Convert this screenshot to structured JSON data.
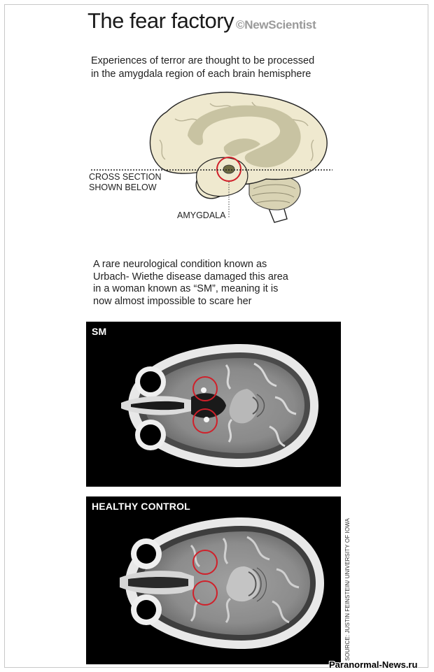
{
  "header": {
    "title": "The fear factory",
    "brand": "©NewScientist"
  },
  "brain_diagram": {
    "intro_text": "Experiences of terror are thought to be processed\nin the amygdala region of each brain hemisphere",
    "cross_section_label": "CROSS SECTION\nSHOWN BELOW",
    "amygdala_label": "AMYGDALA"
  },
  "condition_text": "A rare neurological condition known as\nUrbach- Wiethe disease damaged this area\nin a woman known as “SM”, meaning it is\nnow almost impossible to scare her",
  "scans": {
    "sm_label": "SM",
    "control_label": "HEALTHY CONTROL"
  },
  "source": "SOURCE: JUSTIN FEINSTEIN/ UNIVERSITY OF IOWA",
  "watermark": "Paranormal-News.ru",
  "colors": {
    "brain_fill": "#efe9cf",
    "brain_inner": "#c8c3a2",
    "highlight_circle": "#d0202a",
    "scan_background": "#000000"
  }
}
